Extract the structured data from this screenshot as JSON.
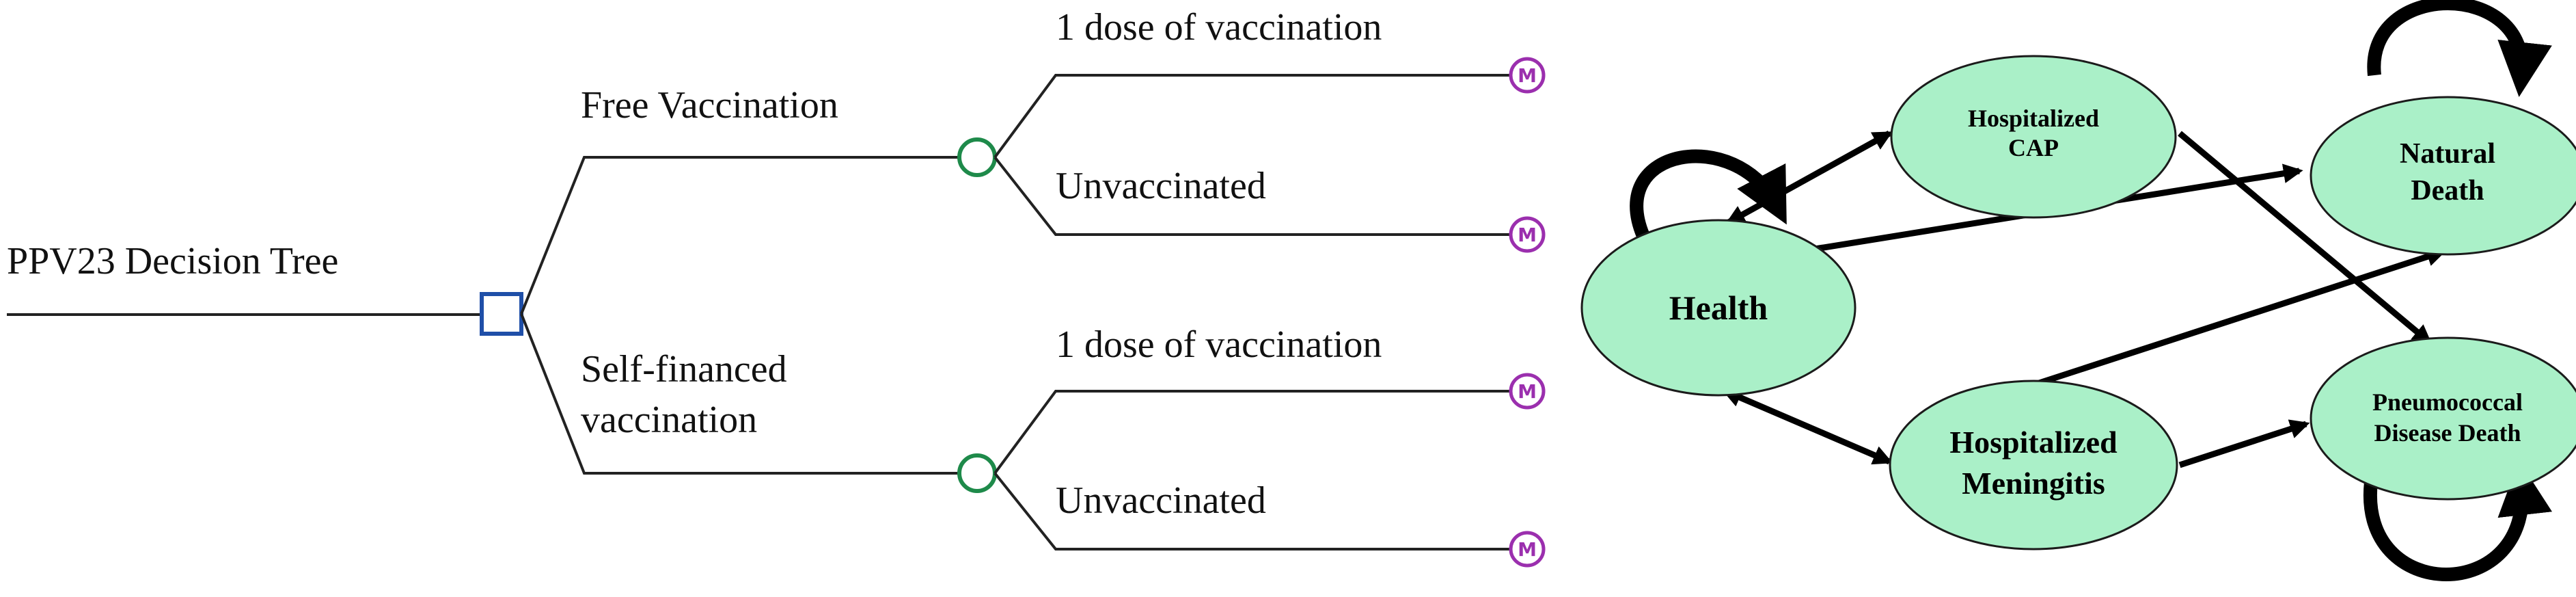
{
  "decision_tree": {
    "root_label": "PPV23 Decision Tree",
    "branch_free": "Free Vaccination",
    "branch_self_line1": "Self-financed",
    "branch_self_line2": "vaccination",
    "outcome_free_1": "1 dose of vaccination",
    "outcome_free_2": "Unvaccinated",
    "outcome_self_1": "1 dose of vaccination",
    "outcome_self_2": "Unvaccinated",
    "markov_symbol": "M",
    "colors": {
      "decision_node": "#1f4fa8",
      "chance_node": "#1e8a4a",
      "markov_node": "#9b2fae"
    }
  },
  "markov_model": {
    "states": {
      "health": "Health",
      "cap_line1": "Hospitalized",
      "cap_line2": "CAP",
      "natural_line1": "Natural",
      "natural_line2": "Death",
      "meningitis_line1": "Hospitalized",
      "meningitis_line2": "Meningitis",
      "pneumo_line1": "Pneumococcal",
      "pneumo_line2": "Disease Death"
    },
    "fill_color": "#aaf0c8"
  }
}
